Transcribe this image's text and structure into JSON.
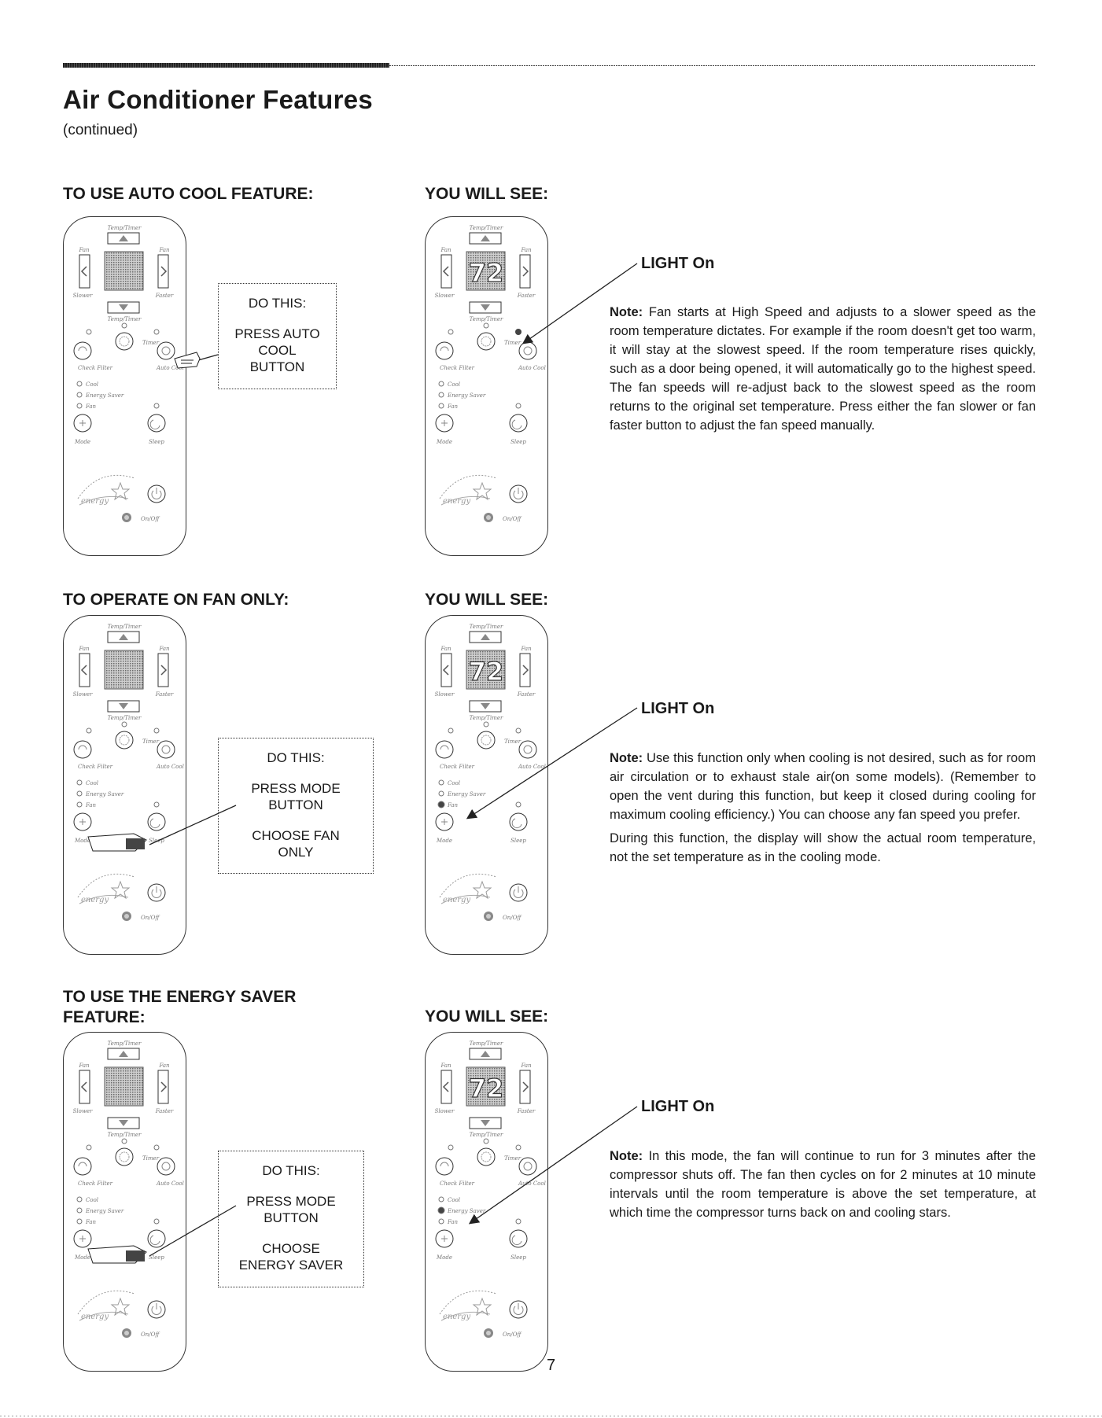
{
  "header": {
    "title": "Air Conditioner Features",
    "subtitle": "(continued)"
  },
  "panel_labels": {
    "temp_timer": "Temp/Timer",
    "fan_left": "Fan",
    "fan_right": "Fan",
    "slower": "Slower",
    "faster": "Faster",
    "timer": "Timer",
    "check_filter": "Check Filter",
    "auto_cool": "Auto Cool",
    "cool": "Cool",
    "energy_saver": "Energy Saver",
    "fan": "Fan",
    "mode": "Mode",
    "sleep": "Sleep",
    "on_off": "On/Off",
    "display": "72"
  },
  "sections": [
    {
      "heading": "TO USE AUTO COOL FEATURE:",
      "see_heading": "YOU WILL SEE:",
      "do_this": {
        "title": "DO THIS:",
        "lines": [
          "PRESS AUTO",
          "COOL",
          "BUTTON"
        ]
      },
      "light": "LIGHT On",
      "note_label": "Note:",
      "paragraphs": [
        "Fan starts at High Speed and adjusts to a slower speed as the room temperature dictates. For example if the room doesn't get too warm, it will stay at the slowest speed. If the room temperature rises quickly, such as a door being opened, it will automatically go to the highest speed. The fan speeds will re-adjust back to the slowest speed as the room returns to the original set temperature. Press either the fan slower or fan faster button to adjust the fan speed manually."
      ]
    },
    {
      "heading": "TO OPERATE ON FAN ONLY:",
      "see_heading": "YOU WILL SEE:",
      "do_this": {
        "title": "DO THIS:",
        "lines": [
          "PRESS MODE",
          "BUTTON"
        ],
        "lines2": [
          "CHOOSE FAN",
          "ONLY"
        ]
      },
      "light": "LIGHT On",
      "note_label": "Note:",
      "paragraphs": [
        "Use this function only when cooling is not desired, such as for room air circulation or to exhaust stale air(on some models). (Remember to open the vent during this function, but keep it closed during cooling for maximum cooling efficiency.) You can choose any fan speed you prefer.",
        "During this function, the display will show the actual room temperature, not the set temperature as in the cooling mode."
      ]
    },
    {
      "heading": "TO USE THE ENERGY SAVER FEATURE:",
      "see_heading": "YOU WILL SEE:",
      "do_this": {
        "title": "DO THIS:",
        "lines": [
          "PRESS MODE",
          "BUTTON"
        ],
        "lines2": [
          "CHOOSE",
          "ENERGY SAVER"
        ]
      },
      "light": "LIGHT On",
      "note_label": "Note:",
      "paragraphs": [
        "In this mode, the fan will continue to run for 3 minutes after the compressor shuts off. The fan then cycles on for 2 minutes at 10 minute intervals until the room temperature is above the set temperature, at which time the compressor turns back on and cooling stars."
      ]
    }
  ],
  "page_number": "7"
}
